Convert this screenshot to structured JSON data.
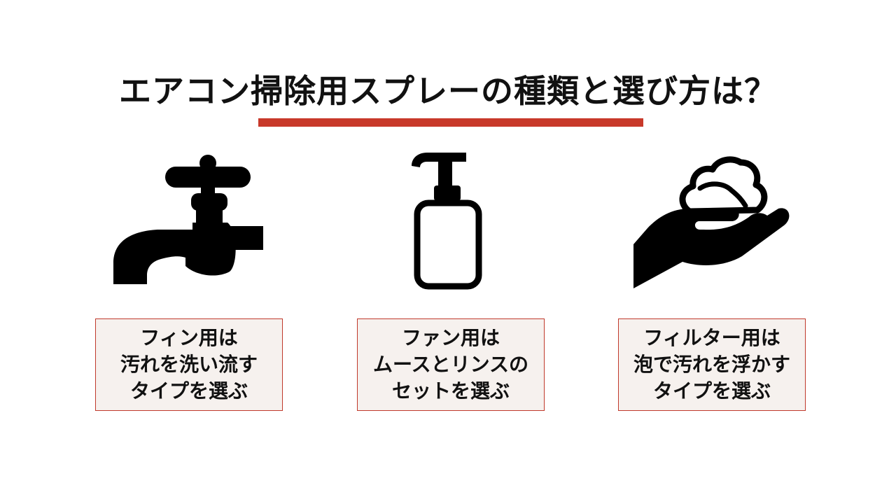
{
  "title": "エアコン掃除用スプレーの種類と選び方は？",
  "colors": {
    "accent": "#c8392a",
    "icon": "#000000",
    "card_bg": "#f6f1ee",
    "card_border": "#c0392b"
  },
  "items": [
    {
      "icon": "faucet-icon",
      "lines": [
        "フィン用は",
        "汚れを洗い流す",
        "タイプを選ぶ"
      ]
    },
    {
      "icon": "pump-bottle-icon",
      "lines": [
        "ファン用は",
        "ムースとリンスの",
        "セットを選ぶ"
      ]
    },
    {
      "icon": "foam-hand-icon",
      "lines": [
        "フィルター用は",
        "泡で汚れを浮かす",
        "タイプを選ぶ"
      ]
    }
  ]
}
